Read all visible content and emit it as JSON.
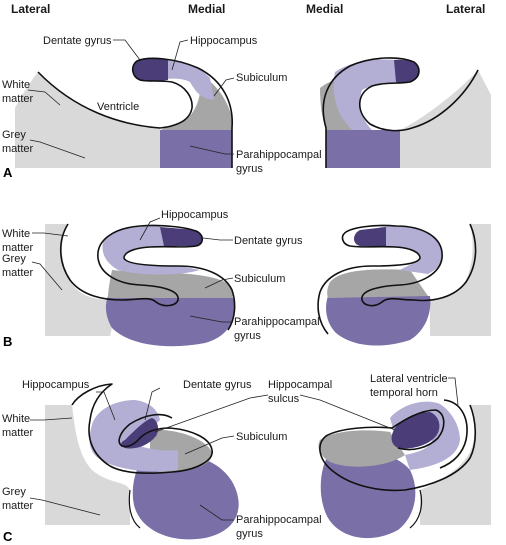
{
  "headers": {
    "lateral_left": "Lateral",
    "medial_left": "Medial",
    "medial_right": "Medial",
    "lateral_right": "Lateral"
  },
  "panels": {
    "A": {
      "letter": "A",
      "labels": {
        "dentate_gyrus": "Dentate gyrus",
        "hippocampus": "Hippocampus",
        "subiculum": "Subiculum",
        "white_matter_1": "White",
        "white_matter_2": "matter",
        "ventricle": "Ventricle",
        "grey_matter_1": "Grey",
        "grey_matter_2": "matter",
        "parahippocampal_1": "Parahippocampal",
        "parahippocampal_2": "gyrus"
      }
    },
    "B": {
      "letter": "B",
      "labels": {
        "hippocampus": "Hippocampus",
        "white_matter_1": "White",
        "white_matter_2": "matter",
        "dentate_gyrus": "Dentate gyrus",
        "grey_matter_1": "Grey",
        "grey_matter_2": "matter",
        "subiculum": "Subiculum",
        "parahippocampal_1": "Parahippocampal",
        "parahippocampal_2": "gyrus"
      }
    },
    "C": {
      "letter": "C",
      "labels": {
        "hippocampus": "Hippocampus",
        "dentate_gyrus": "Dentate gyrus",
        "hippocampal_sulcus_1": "Hippocampal",
        "hippocampal_sulcus_2": "sulcus",
        "lateral_ventricle_1": "Lateral ventricle",
        "lateral_ventricle_2": "temporal horn",
        "white_matter_1": "White",
        "white_matter_2": "matter",
        "subiculum": "Subiculum",
        "grey_matter_1": "Grey",
        "grey_matter_2": "matter",
        "parahippocampal_1": "Parahippocampal",
        "parahippocampal_2": "gyrus"
      }
    }
  },
  "colors": {
    "white_matter": "#d9d9d9",
    "subiculum": "#a6a6a6",
    "hippocampus": "#b3aed3",
    "dentate_gyrus": "#4a3d78",
    "parahippocampal": "#7a6fa6",
    "outline": "#111111"
  }
}
